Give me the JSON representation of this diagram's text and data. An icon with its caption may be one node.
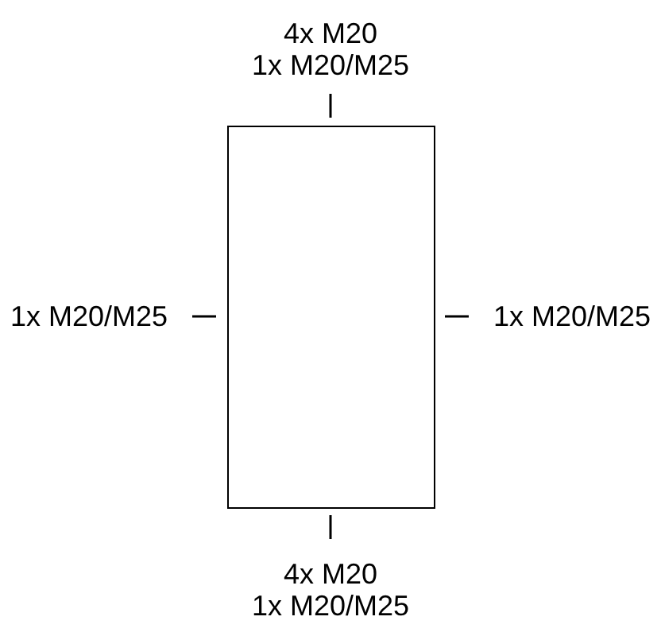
{
  "diagram": {
    "nodes": [
      {
        "text": [],
        "shape": "box"
      }
    ],
    "labels": [
      "4x M20",
      "1x M20/M25",
      "1x M20/M25",
      "1x M20/M25",
      "4x M20",
      "1x M20/M25"
    ]
  }
}
